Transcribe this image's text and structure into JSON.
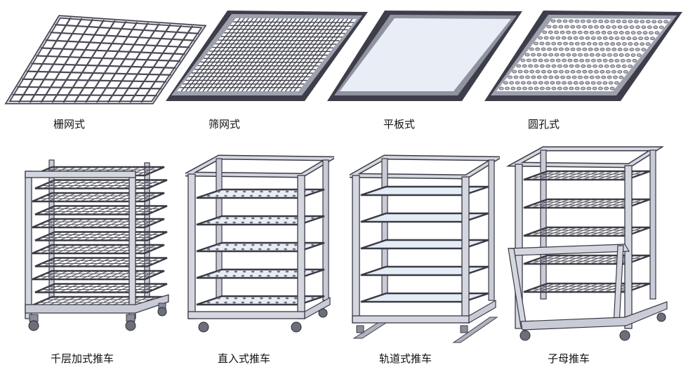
{
  "trays": [
    {
      "label": "栅网式",
      "icon": "grid-tray-illustration"
    },
    {
      "label": "筛网式",
      "icon": "mesh-tray-illustration"
    },
    {
      "label": "平板式",
      "icon": "flat-tray-illustration"
    },
    {
      "label": "圆孔式",
      "icon": "perforated-tray-illustration"
    }
  ],
  "carts": [
    {
      "label": "千层加式推车",
      "icon": "multi-layer-cart-illustration"
    },
    {
      "label": "直入式推车",
      "icon": "direct-insert-cart-illustration"
    },
    {
      "label": "轨道式推车",
      "icon": "rail-cart-illustration"
    },
    {
      "label": "子母推车",
      "icon": "parent-child-cart-illustration"
    }
  ],
  "colors": {
    "frame_stroke": "#3a3a46",
    "frame_fill": "#c9ccd6",
    "dark_rim": "#4a4a58",
    "glass": "#e4ecf6",
    "caption": "#111111"
  }
}
